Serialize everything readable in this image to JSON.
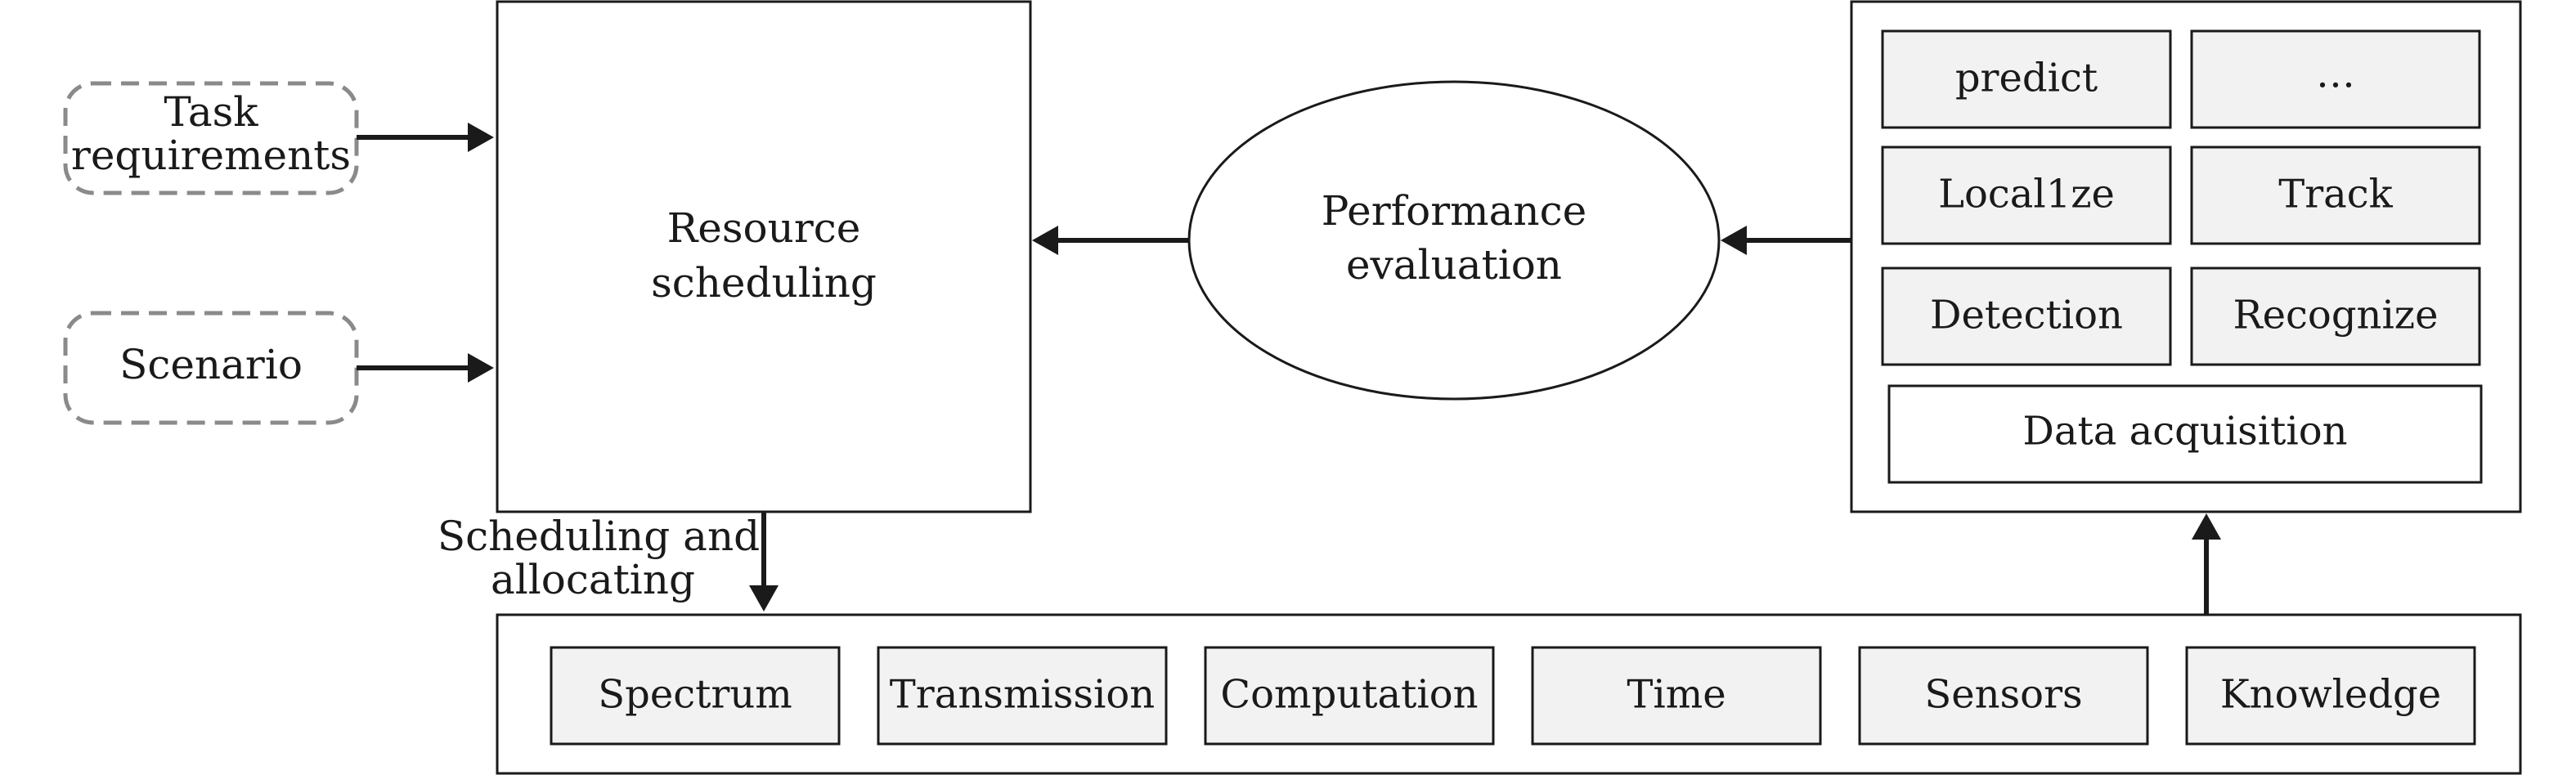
{
  "inputs": {
    "task_line1": "Task",
    "task_line2": "requirements",
    "scenario": "Scenario"
  },
  "scheduler": {
    "line1": "Resource",
    "line2": "scheduling"
  },
  "evaluation": {
    "line1": "Performance",
    "line2": "evaluation"
  },
  "functions": {
    "predict": "predict",
    "more": "…",
    "localize": "Local1ze",
    "track": "Track",
    "detection": "Detection",
    "recognize": "Recognize",
    "data_acquisition": "Data acquisition"
  },
  "schedule_label": {
    "line1": "Scheduling and",
    "line2": "allocating"
  },
  "resources": {
    "spectrum": "Spectrum",
    "transmission": "Transmission",
    "computation": "Computation",
    "time": "Time",
    "sensors": "Sensors",
    "knowledge": "Knowledge"
  },
  "colors": {
    "stroke": "#1a1a1a",
    "dashed": "#8a8a8a",
    "box_fill": "#f2f2f2"
  }
}
